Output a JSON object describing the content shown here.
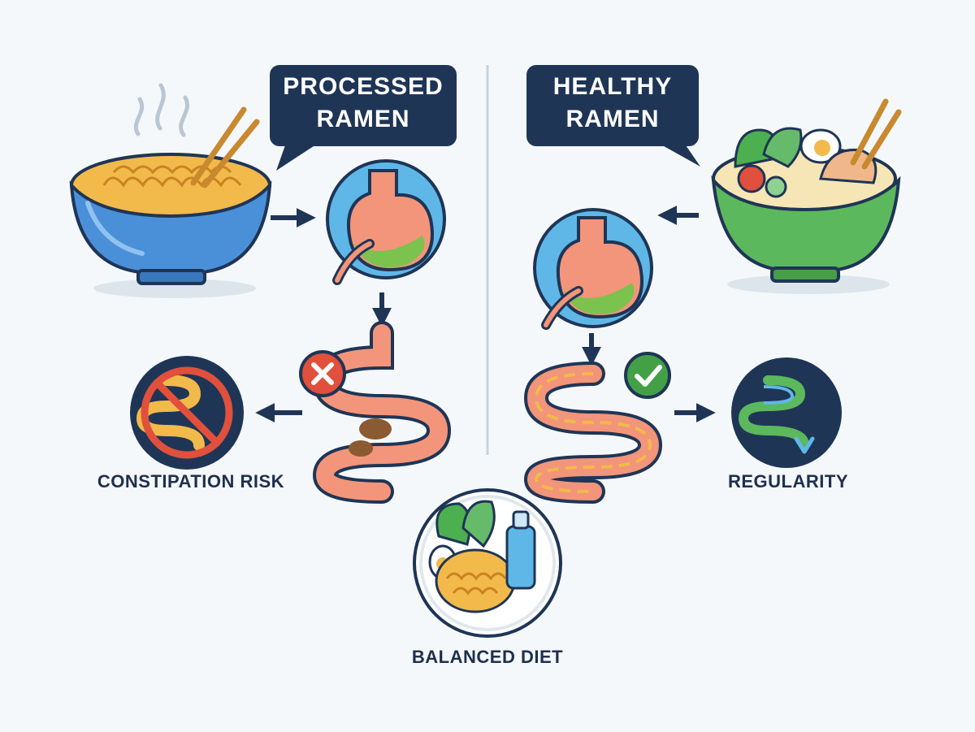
{
  "left_panel": {
    "title_line1": "PROCESSED",
    "title_line2": "RAMEN",
    "outcome_label": "CONSTIPATION RISK"
  },
  "right_panel": {
    "title_line1": "HEALTHY",
    "title_line2": "RAMEN",
    "outcome_label": "REGULARITY"
  },
  "center": {
    "label": "BALANCED DIET"
  },
  "colors": {
    "navy": "#1f3556",
    "bowl_blue": "#4a90d9",
    "bowl_green": "#5cb85c",
    "noodle": "#f2b94b",
    "stomach": "#f2957a",
    "bad": "#e0503c",
    "good": "#43a047",
    "water": "#5fb7e8"
  },
  "icons": {
    "left_bowl": "noodle-bowl-icon",
    "right_bowl": "salad-ramen-bowl-icon",
    "stomach": "stomach-icon",
    "intestine": "intestine-icon",
    "bad_mark": "x-mark-icon",
    "good_mark": "check-mark-icon",
    "blocked": "no-intestine-icon",
    "flow": "intestine-flow-icon",
    "diet": "balanced-plate-icon"
  }
}
